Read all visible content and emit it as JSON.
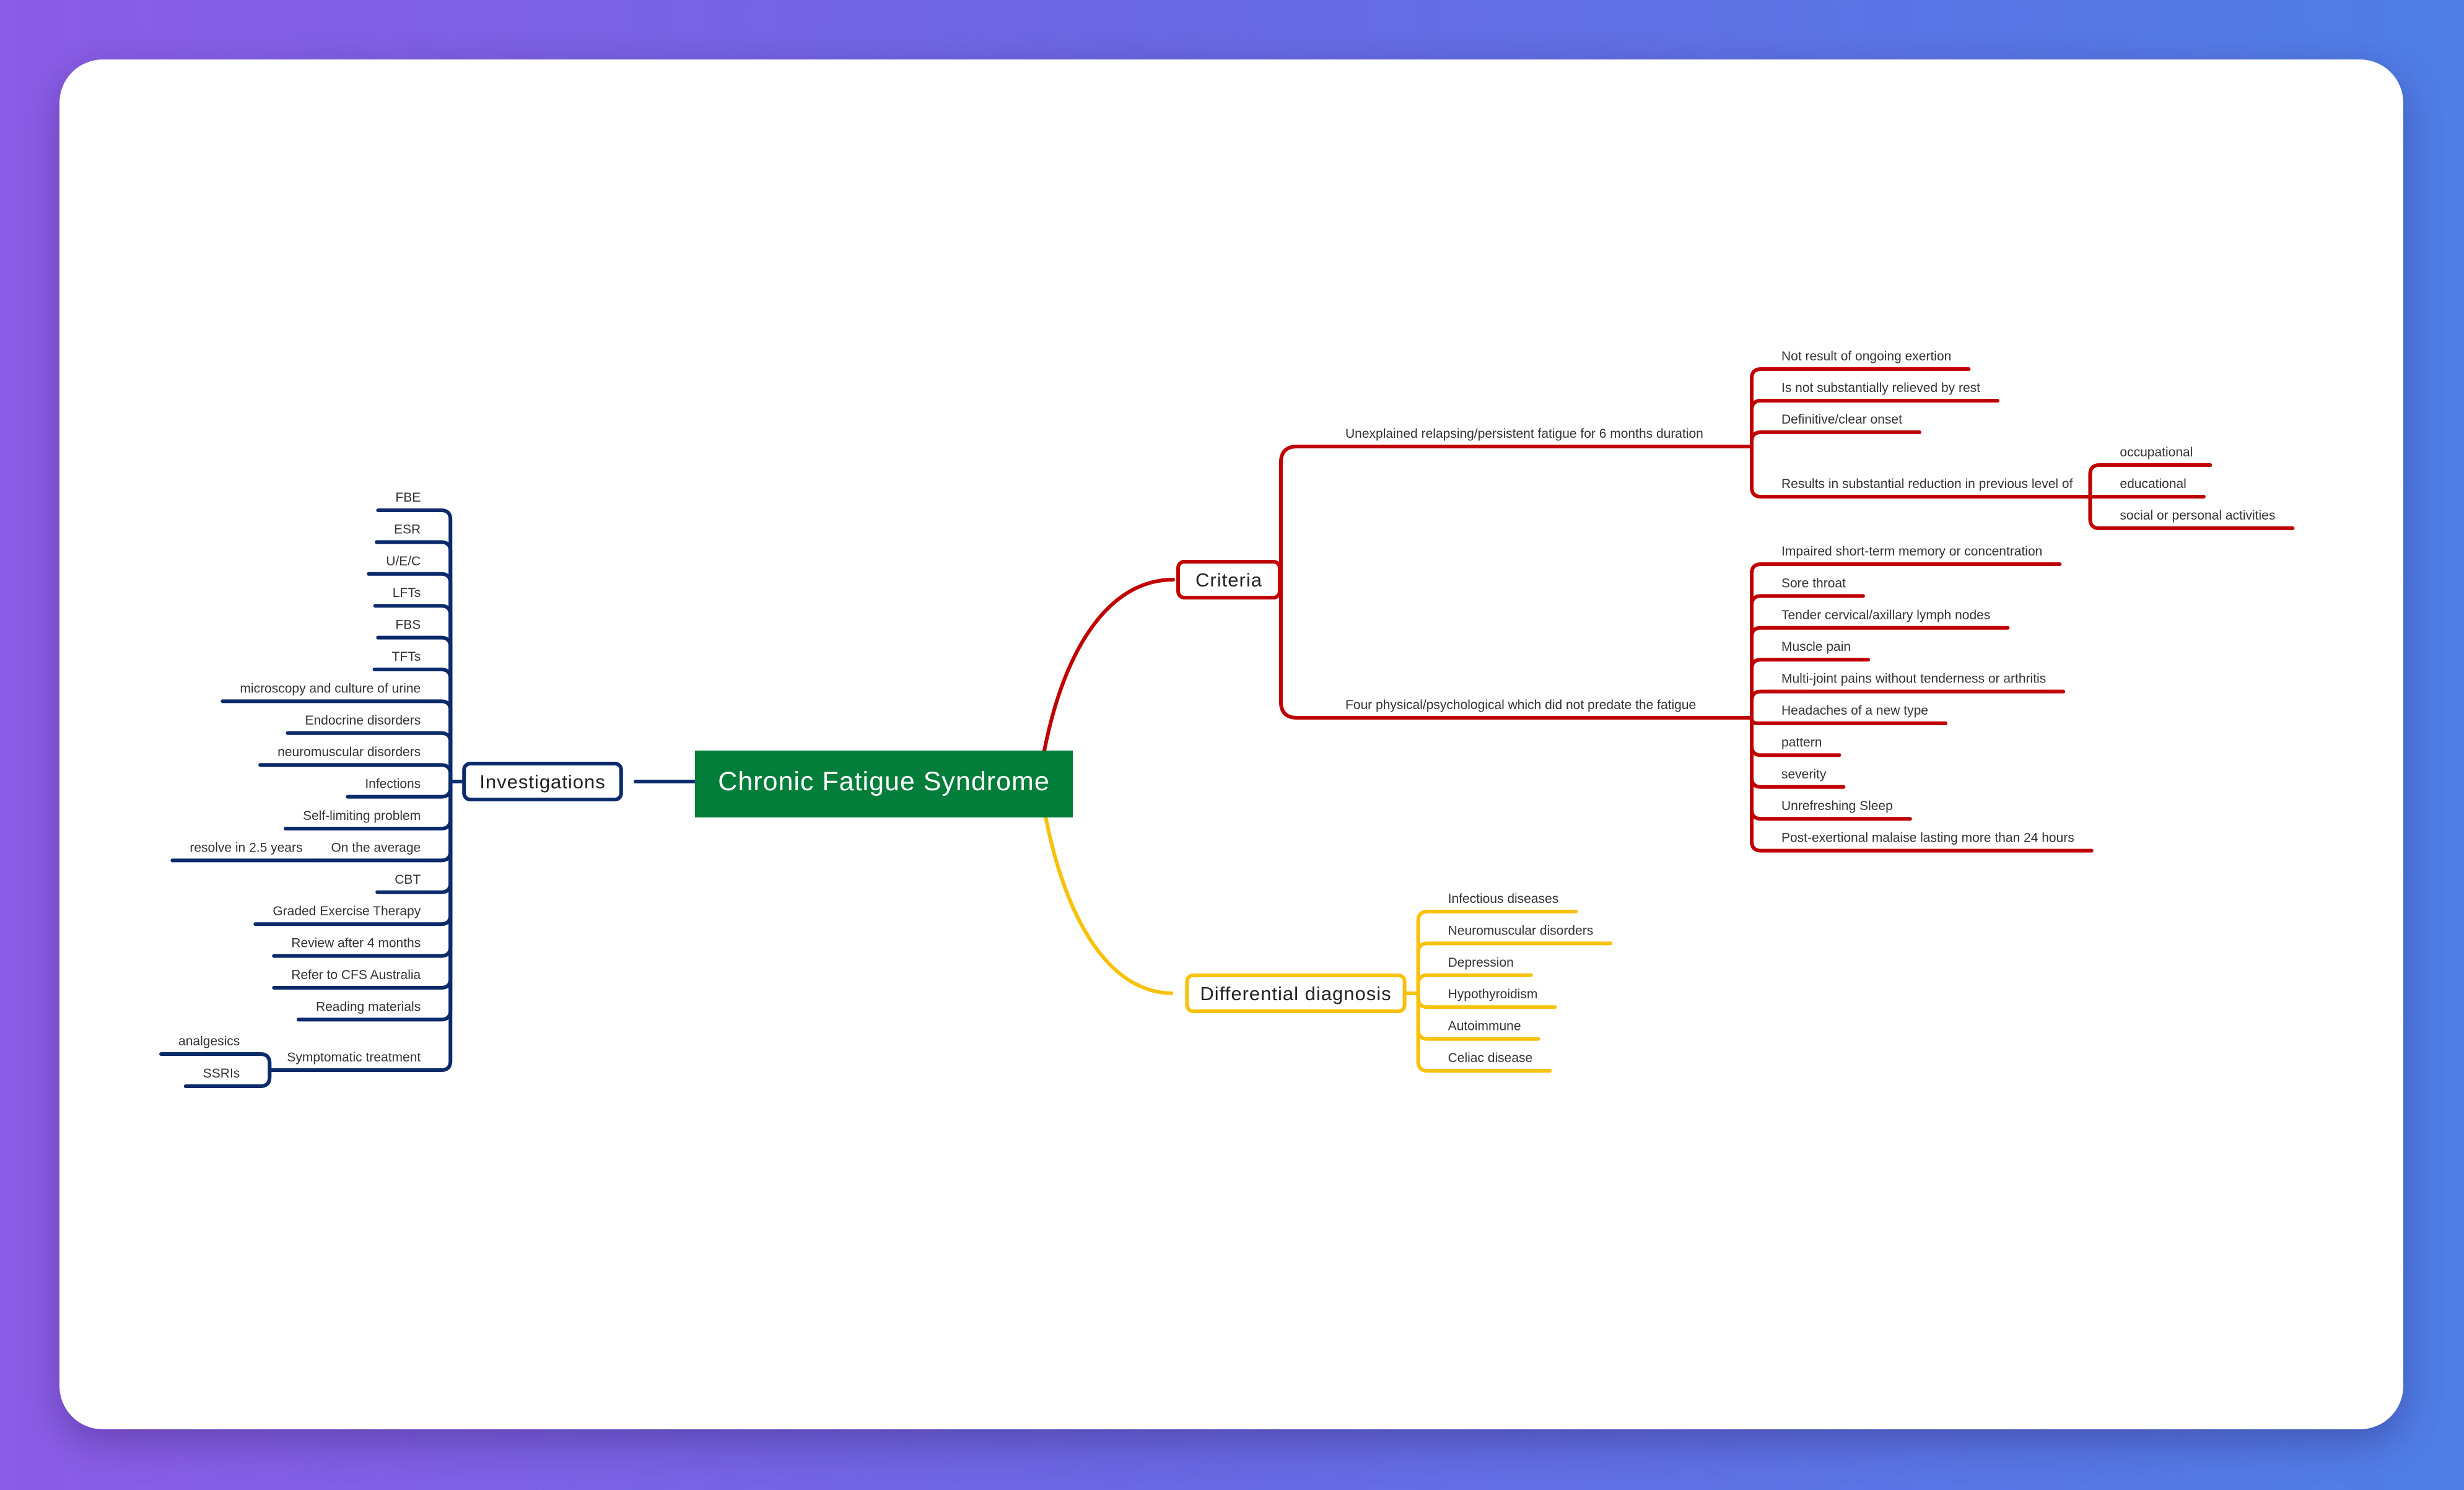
{
  "colors": {
    "root": "#037d3a",
    "criteria": "#c00000",
    "investigations": "#0a2a6b",
    "differential": "#f8c20c",
    "text": "#333333"
  },
  "diagram": {
    "root": "Chronic Fatigue Syndrome",
    "criteria": {
      "label": "Criteria",
      "groups": [
        {
          "label": "Unexplained relapsing/persistent fatigue for 6 months duration",
          "items": [
            {
              "label": "Not result of ongoing exertion"
            },
            {
              "label": "Is not substantially relieved by rest"
            },
            {
              "label": "Definitive/clear onset"
            },
            {
              "label": "Results in substantial reduction in previous level of",
              "children": [
                "occupational",
                "educational",
                "social or personal activities"
              ]
            }
          ]
        },
        {
          "label": "Four physical/psychological which did not predate the fatigue",
          "items": [
            {
              "label": "Impaired short-term memory or concentration"
            },
            {
              "label": "Sore throat"
            },
            {
              "label": "Tender cervical/axillary lymph nodes"
            },
            {
              "label": "Muscle pain"
            },
            {
              "label": "Multi-joint pains without tenderness or arthritis"
            },
            {
              "label": "Headaches of a new type"
            },
            {
              "label": "pattern"
            },
            {
              "label": "severity"
            },
            {
              "label": "Unrefreshing Sleep"
            },
            {
              "label": "Post-exertional malaise lasting more than 24 hours"
            }
          ]
        }
      ]
    },
    "differential": {
      "label": "Differential diagnosis",
      "items": [
        "Infectious diseases",
        "Neuromuscular disorders",
        "Depression",
        "Hypothyroidism",
        "Autoimmune",
        "Celiac disease"
      ]
    },
    "investigations": {
      "label": "Investigations",
      "items": [
        {
          "label": "FBE"
        },
        {
          "label": "ESR"
        },
        {
          "label": "U/E/C"
        },
        {
          "label": "LFTs"
        },
        {
          "label": "FBS"
        },
        {
          "label": "TFTs"
        },
        {
          "label": "microscopy and culture of urine"
        },
        {
          "label": "Endocrine disorders"
        },
        {
          "label": "neuromuscular disorders"
        },
        {
          "label": "Infections"
        },
        {
          "label": "Self-limiting problem"
        },
        {
          "label": "On the average",
          "children": [
            "resolve in 2.5 years"
          ]
        },
        {
          "label": "CBT"
        },
        {
          "label": "Graded Exercise Therapy"
        },
        {
          "label": "Review after 4 months"
        },
        {
          "label": "Refer to CFS Australia"
        },
        {
          "label": "Reading materials"
        },
        {
          "label": "Symptomatic treatment",
          "children": [
            "analgesics",
            "SSRIs"
          ]
        }
      ]
    }
  }
}
